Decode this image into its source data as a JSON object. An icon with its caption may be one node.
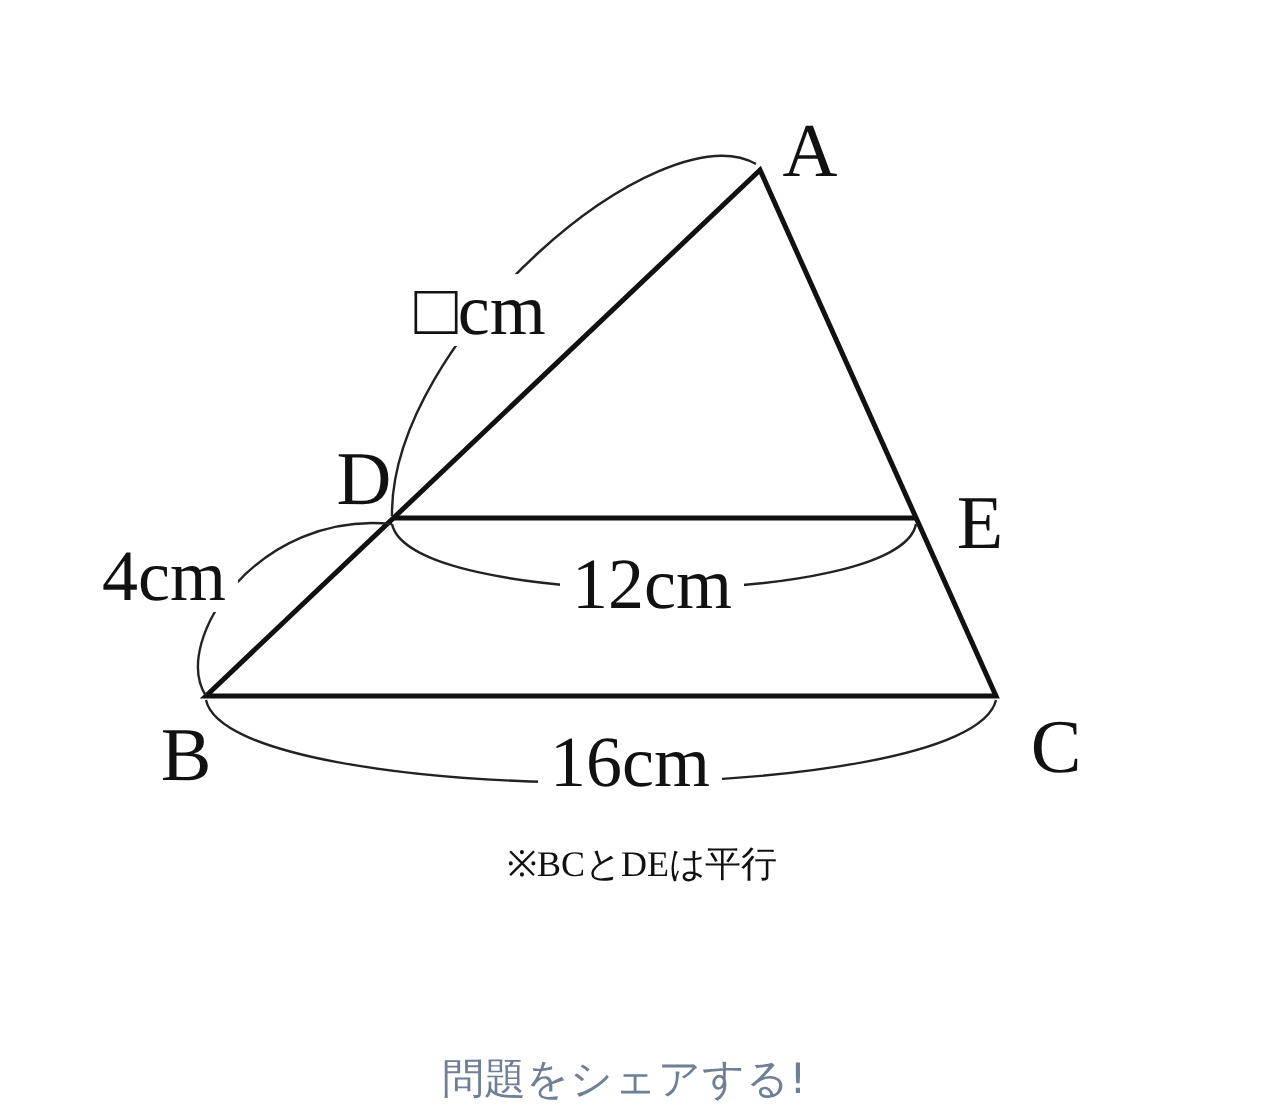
{
  "diagram": {
    "labels": [
      "A",
      "□cm",
      "D",
      "E",
      "4cm",
      "12cm",
      "B",
      "16cm",
      "C",
      "※BCとDEは平行",
      "問題をシェアする!"
    ]
  }
}
